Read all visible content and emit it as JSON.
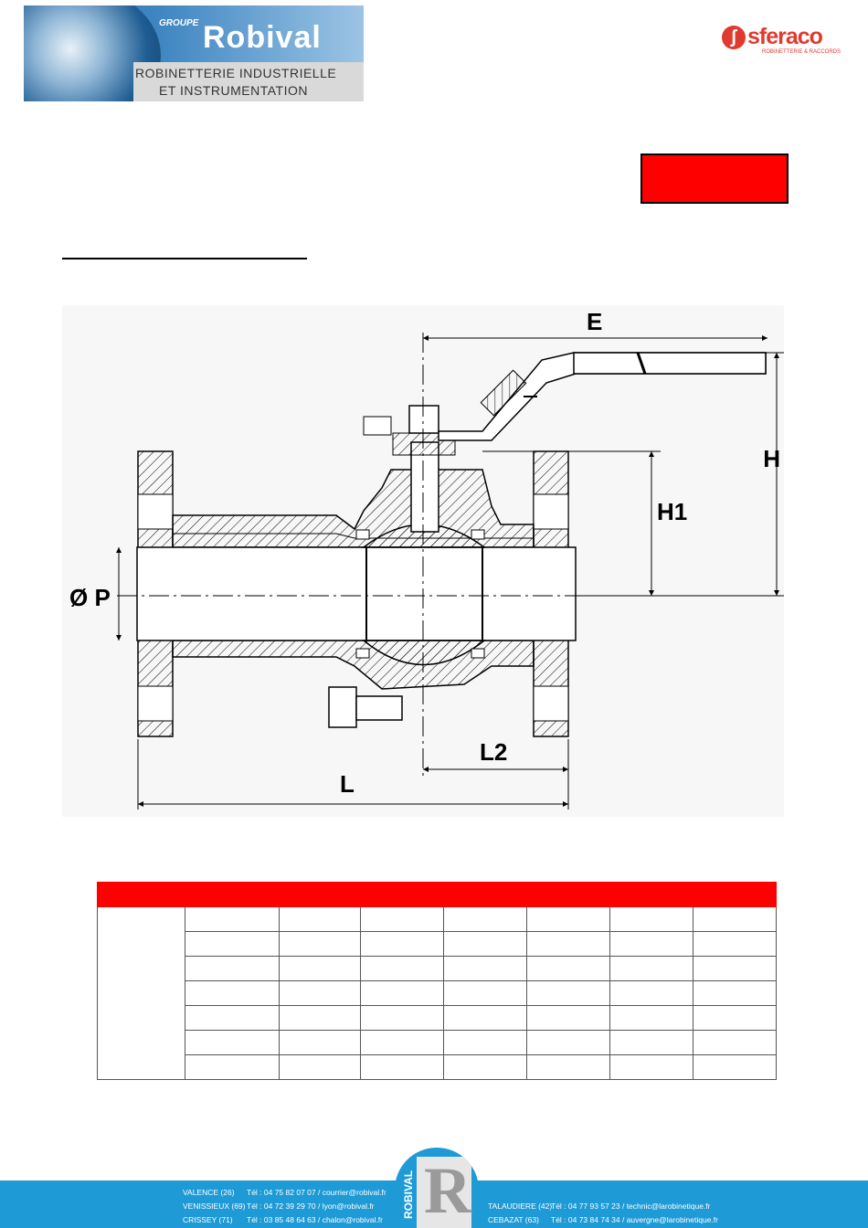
{
  "header": {
    "logo_group": "GROUPE",
    "logo_group_vertical": "ROBIVAL",
    "logo_brand": "Robival",
    "logo_tagline_1": "ROBINETTERIE INDUSTRIELLE",
    "logo_tagline_2": "ET INSTRUMENTATION",
    "partner_brand": "sferaco",
    "partner_subtitle": "ROBINETTERIE & RACCORDS"
  },
  "colors": {
    "accent_red": "#ff0000",
    "footer_blue": "#1e9ad6"
  },
  "drawing": {
    "labels": {
      "E": "E",
      "H": "H",
      "H1": "H1",
      "P": "Ø P",
      "L2": "L2",
      "L": "L"
    }
  },
  "table": {
    "columns": 8,
    "body_rows": 7
  },
  "footer": {
    "emblem_text": "ROBIVAL",
    "left_contacts": [
      {
        "city": "VALENCE (26)",
        "contact": "Tél : 04 75 82 07 07 / courrier@robival.fr"
      },
      {
        "city": "VENISSIEUX (69)",
        "contact": "Tél : 04 72 39 29 70 / lyon@robival.fr"
      },
      {
        "city": "CRISSEY (71)",
        "contact": "Tél : 03 85 48 64 63 / chalon@robival.fr"
      }
    ],
    "right_contacts": [
      {
        "city": "TALAUDIERE (42)",
        "contact": "Tél : 04 77 93 57 23 / technic@larobinetique.fr"
      },
      {
        "city": "CEBAZAT (63)",
        "contact": "Tél : 04 73 84 74 34 / auvergne@larobinetique.fr"
      }
    ]
  }
}
